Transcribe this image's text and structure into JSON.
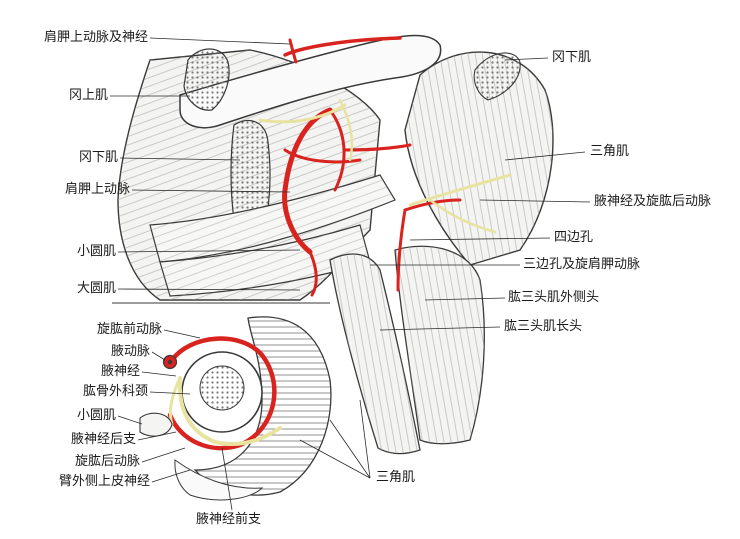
{
  "labels": {
    "suprascapular_a_n": "肩胛上动脉及神经",
    "supraspinatus": "冈上肌",
    "infraspinatus_left": "冈下肌",
    "suprascapular_artery": "肩胛上动脉",
    "teres_minor_upper": "小圆肌",
    "teres_major": "大圆肌",
    "infraspinatus_right": "冈下肌",
    "deltoid_upper": "三角肌",
    "axillary_n_posterior_circumflex": "腋神经及旋肱后动脉",
    "quadrangular_space": "四边孔",
    "triangular_space_circumflex_scapular": "三边孔及旋肩胛动脉",
    "triceps_lateral_head": "肱三头肌外侧头",
    "triceps_long_head": "肱三头肌长头",
    "anterior_circumflex_humeral_a": "旋肱前动脉",
    "axillary_artery": "腋动脉",
    "axillary_nerve": "腋神经",
    "surgical_neck": "肱骨外科颈",
    "teres_minor_lower": "小圆肌",
    "axillary_n_posterior_branch": "腋神经后支",
    "posterior_circumflex_humeral_a": "旋肱后动脉",
    "superior_lateral_cutaneous_n": "臂外侧上皮神经",
    "deltoid_lower": "三角肌",
    "axillary_n_anterior_branch": "腋神经前支"
  },
  "colors": {
    "artery": "#d8231f",
    "nerve": "#f3efb8",
    "outline": "#3a3a3a",
    "muscle_fill": "#f4f4f2",
    "section_hatch": "#777777"
  }
}
